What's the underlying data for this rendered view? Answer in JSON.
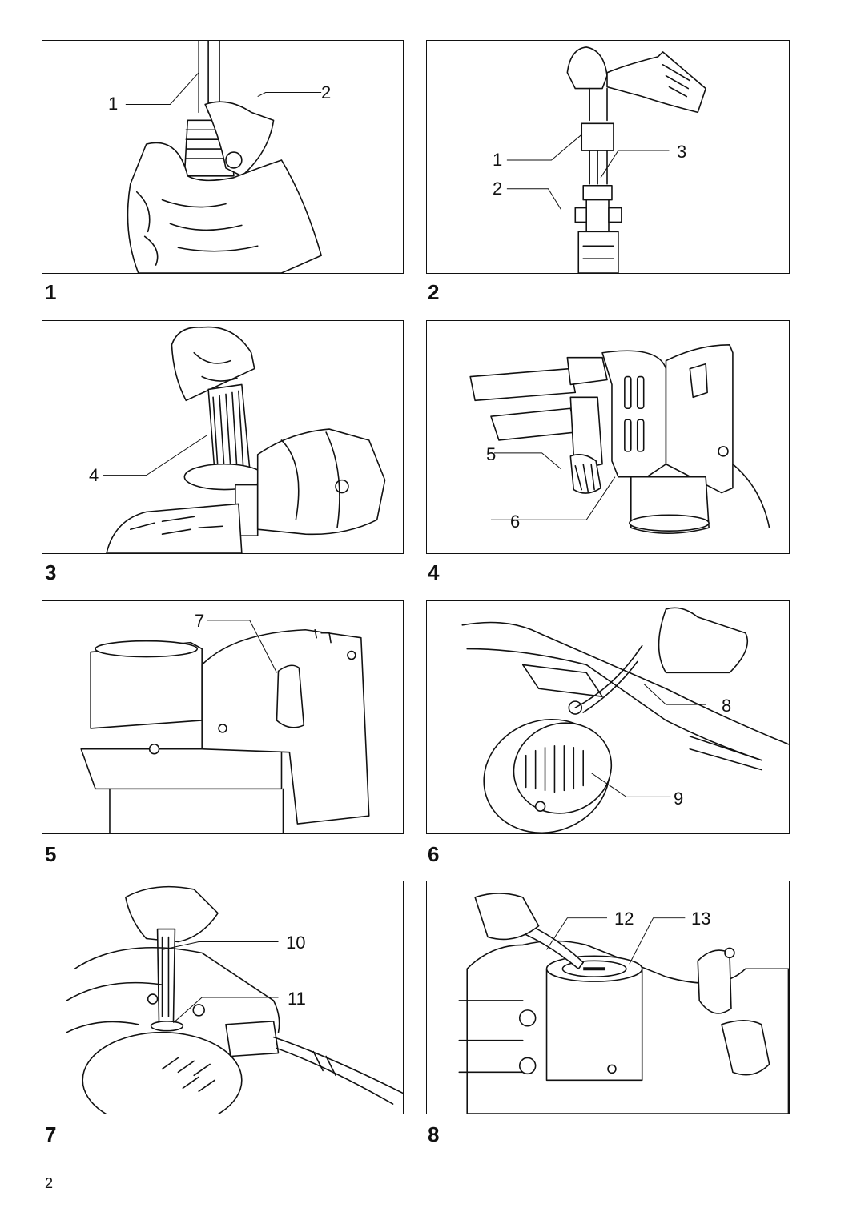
{
  "figures": [
    {
      "number": "1",
      "callouts": [
        "1",
        "2"
      ]
    },
    {
      "number": "2",
      "callouts": [
        "1",
        "3",
        "2"
      ]
    },
    {
      "number": "3",
      "callouts": [
        "4"
      ]
    },
    {
      "number": "4",
      "callouts": [
        "5",
        "6"
      ]
    },
    {
      "number": "5",
      "callouts": [
        "7"
      ]
    },
    {
      "number": "6",
      "callouts": [
        "8",
        "9"
      ]
    },
    {
      "number": "7",
      "callouts": [
        "10",
        "11"
      ]
    },
    {
      "number": "8",
      "callouts": [
        "12",
        "13"
      ]
    }
  ],
  "page_number": "2"
}
